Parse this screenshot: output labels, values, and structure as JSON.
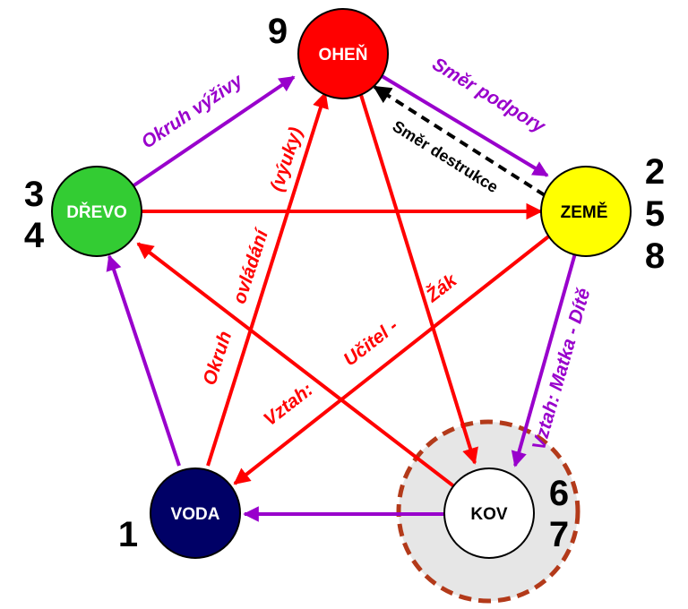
{
  "colors": {
    "fire": "#ff0000",
    "earth": "#ffff00",
    "metal": "#ffffff",
    "water": "#000066",
    "wood": "#33cc33",
    "purple": "#9900cc",
    "red": "#ff0000",
    "black": "#000000",
    "halo_fill": "#e6e6e6",
    "halo_stroke": "#b33a1a"
  },
  "nodes": {
    "fire": {
      "label": "OHEŇ",
      "numbers": [
        "9"
      ]
    },
    "earth": {
      "label": "ZEMĚ",
      "numbers": [
        "2",
        "5",
        "8"
      ]
    },
    "metal": {
      "label": "KOV",
      "numbers": [
        "6",
        "7"
      ]
    },
    "water": {
      "label": "VODA",
      "numbers": [
        "1"
      ]
    },
    "wood": {
      "label": "DŘEVO",
      "numbers": [
        "3",
        "4"
      ]
    }
  },
  "labels": {
    "nourishing_cycle": "Okruh výživy",
    "support_direction": "Směr podpory",
    "destruction_direction": "Směr destrukce",
    "mother_child": "Vztah: Matka - Dítě",
    "teacher_student_1": "Vztah:",
    "teacher_student_2": "Učitel -",
    "teacher_student_3": "Žák",
    "control_cycle_1": "Okruh",
    "control_cycle_2": "ovládání",
    "control_cycle_3": "(výuky)"
  }
}
